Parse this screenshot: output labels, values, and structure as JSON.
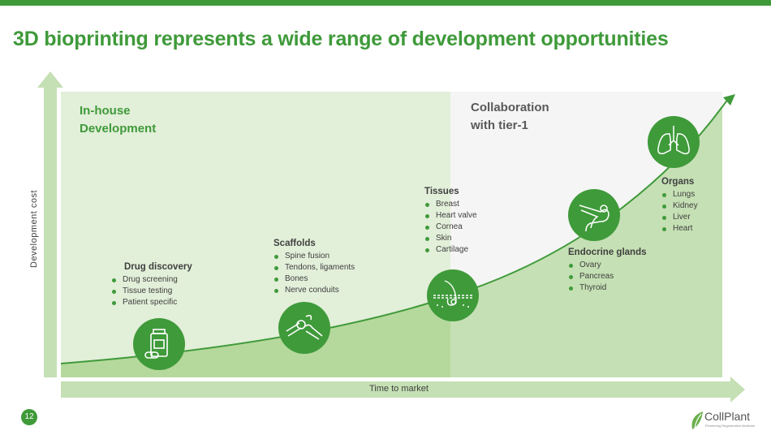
{
  "title": "3D bioprinting represents a wide range of development opportunities",
  "zones": {
    "in_house": "In-house\nDevelopment",
    "collaboration": "Collaboration\nwith tier-1"
  },
  "axes": {
    "y": "Development cost",
    "x": "Time to market"
  },
  "categories": [
    {
      "title": "Drug discovery",
      "items": [
        "Drug screening",
        "Tissue testing",
        "Patient specific"
      ],
      "icon": "pill-bottle-icon"
    },
    {
      "title": "Scaffolds",
      "items": [
        "Spine fusion",
        "Tendons, ligaments",
        "Bones",
        "Nerve conduits"
      ],
      "icon": "bone-joint-icon"
    },
    {
      "title": "Tissues",
      "items": [
        "Breast",
        "Heart valve",
        "Cornea",
        "Skin",
        "Cartilage"
      ],
      "icon": "skin-hair-icon"
    },
    {
      "title": "Endocrine glands",
      "items": [
        "Ovary",
        "Pancreas",
        "Thyroid"
      ],
      "icon": "pancreas-icon"
    },
    {
      "title": "Organs",
      "items": [
        "Lungs",
        "Kidney",
        "Liver",
        "Heart"
      ],
      "icon": "lungs-icon"
    }
  ],
  "page_number": "12",
  "logo": {
    "name": "CollPlant",
    "tagline": "Pioneering Regenerative Medicine"
  },
  "colors": {
    "brand": "#3f9a3a",
    "light": "#e2efd9",
    "mid": "#c5e0b4",
    "grey": "#f5f5f5"
  }
}
